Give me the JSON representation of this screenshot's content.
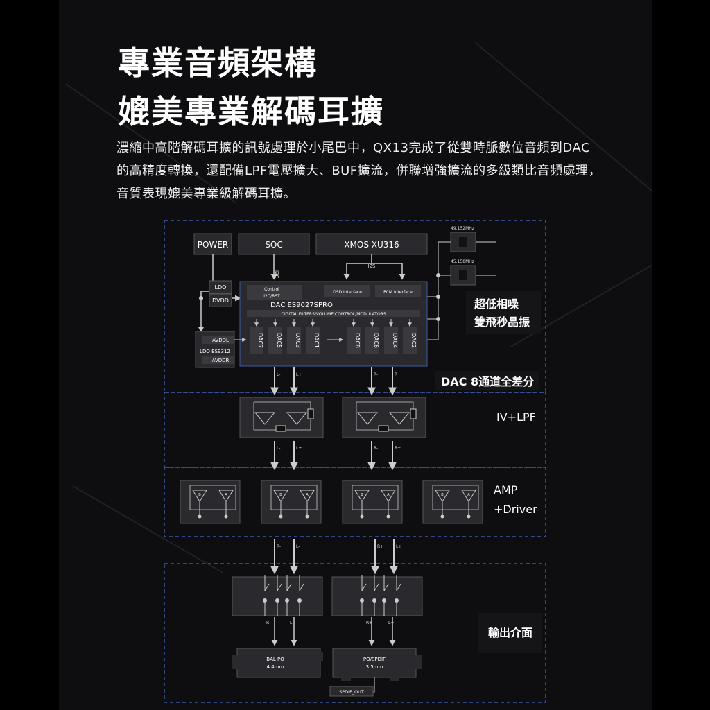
{
  "title_line1": "專業音頻架構",
  "title_line2": "媲美專業解碼耳擴",
  "paragraph": "濃縮中高階解碼耳擴的訊號處理於小尾巴中，QX13完成了從雙時脈數位音頻到DAC的高精度轉換，還配備LPF電壓擴大、BUF擴流，併聯增強擴流的多級類比音頻處理，音質表現媲美專業級解碼耳擴。",
  "diagram": {
    "power": "POWER",
    "soc": "SOC",
    "xmos": "XMOS XU316",
    "i2c": "I2C",
    "i2s": "I2S",
    "clk1": "49.152MHz",
    "clk2": "45.158MHz",
    "ldo": "LDO",
    "dvdd": "DVDD",
    "control": "Control",
    "i2c_rst": "I2C/RST",
    "dsd_if": "DSD Interface",
    "pcm_if": "PCM Interface",
    "dac_chip": "DAC ES9027SPRO",
    "dac_sub": "DIGITAL FILTERS/VOLUME CONTROL/MODULATORS",
    "dac_ch_left": [
      "DAC7",
      "DAC5",
      "DAC3",
      "DAC1"
    ],
    "dac_ch_right": [
      "DAC8",
      "DAC6",
      "DAC4",
      "DAC2"
    ],
    "avddl": "AVDDL",
    "ldo_chip": "LDO ES9312",
    "avddr": "AVDDR",
    "l_minus": "L-",
    "l_plus": "L+",
    "r_minus": "R-",
    "r_plus": "R+",
    "amp_b": "B",
    "amp_a": "A",
    "bal_po": "BAL PO",
    "bal_size": "4.4mm",
    "po_spdif": "PO/SPDIF",
    "po_size": "3.5mm",
    "spdif_out": "SPDIF_OUT"
  },
  "side_labels": {
    "crystal_1": "超低相噪",
    "crystal_2": "雙飛秒晶振",
    "dac": "DAC 8通道全差分",
    "iv": "IV+LPF",
    "amp1": "AMP",
    "amp2": "+Driver",
    "output": "輸出介面"
  },
  "colors": {
    "accent_line": "#3c5aa8",
    "box": "#2a2a2e",
    "line": "#c8c8c8"
  }
}
